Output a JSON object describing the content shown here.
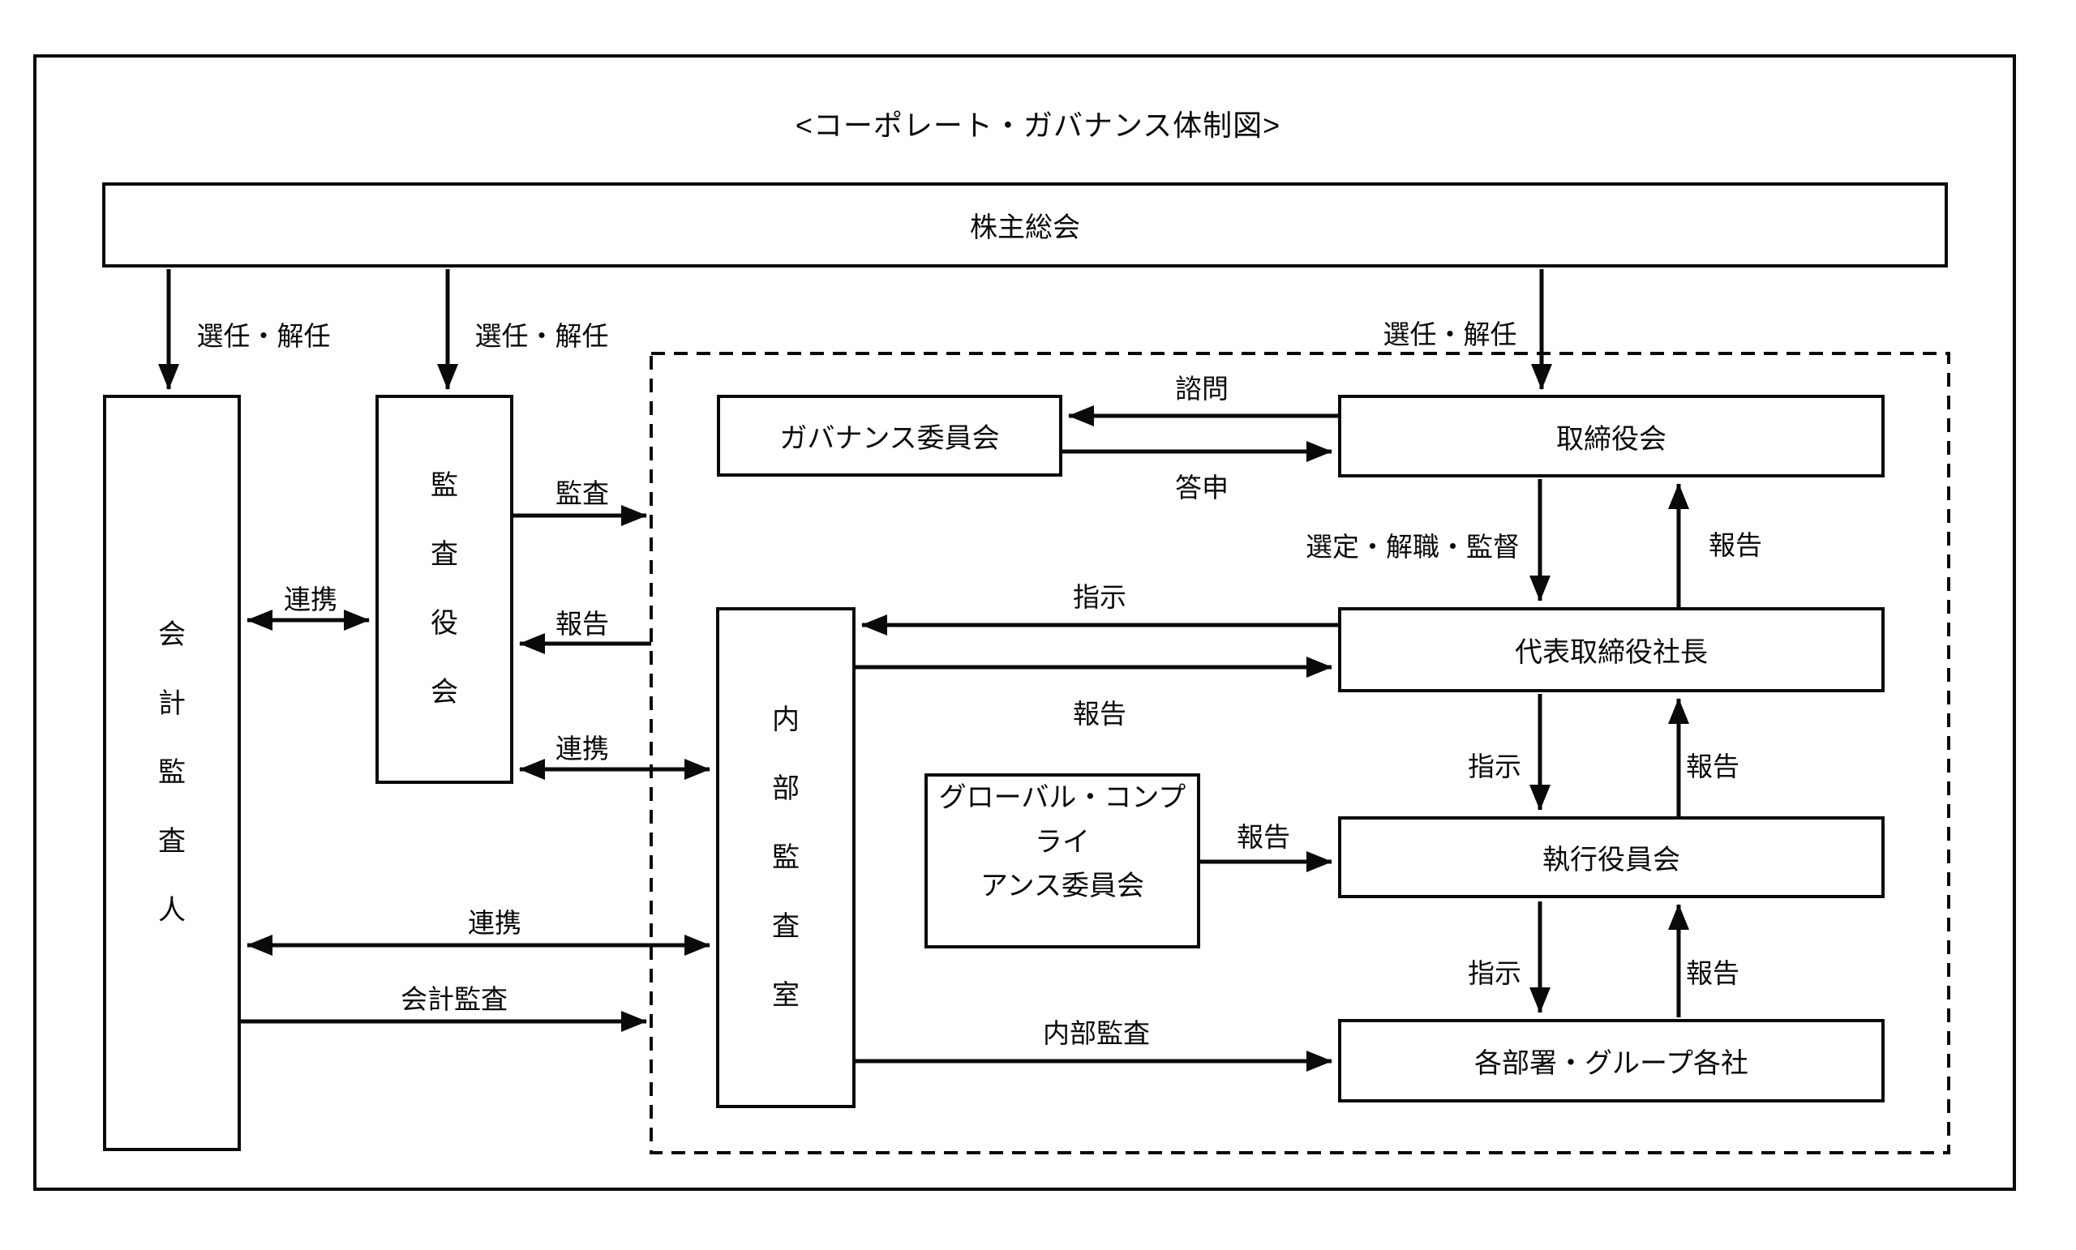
{
  "title": "<コーポレート・ガバナンス体制図>",
  "nodes": {
    "shareholders": {
      "label": "株主総会"
    },
    "accounting_auditor": {
      "label": "会計監査人"
    },
    "audit_board": {
      "label": "監査役会"
    },
    "governance_committee": {
      "label": "ガバナンス委員会"
    },
    "board_of_directors": {
      "label": "取締役会"
    },
    "president": {
      "label": "代表取締役社長"
    },
    "internal_audit_office": {
      "label": "内部監査室"
    },
    "global_compliance_committee": {
      "line1": "グローバル・コンプライ",
      "line2": "アンス委員会"
    },
    "executive_officers": {
      "label": "執行役員会"
    },
    "departments_group_companies": {
      "label": "各部署・グループ各社"
    }
  },
  "labels": {
    "election_dismissal_accounting": "選任・解任",
    "election_dismissal_audit_board": "選任・解任",
    "election_dismissal_directors": "選任・解任",
    "consultation": "諮問",
    "report_back": "答申",
    "selection_dismissal_supervision": "選定・解職・監督",
    "report_to_directors": "報告",
    "instruction_to_internal_audit": "指示",
    "report_to_president": "報告",
    "instruction_to_executive": "指示",
    "report_from_executive": "報告",
    "report_from_compliance": "報告",
    "instruction_to_departments": "指示",
    "report_from_departments": "報告",
    "internal_audit": "内部監査",
    "audit": "監査",
    "report_to_audit_board": "報告",
    "cooperation_audit_internal": "連携",
    "cooperation_accounting_audit_board": "連携",
    "cooperation_accounting_internal": "連携",
    "accounting_audit": "会計監査"
  },
  "colors": {
    "line": "#0a0a0a",
    "background": "#ffffff"
  }
}
